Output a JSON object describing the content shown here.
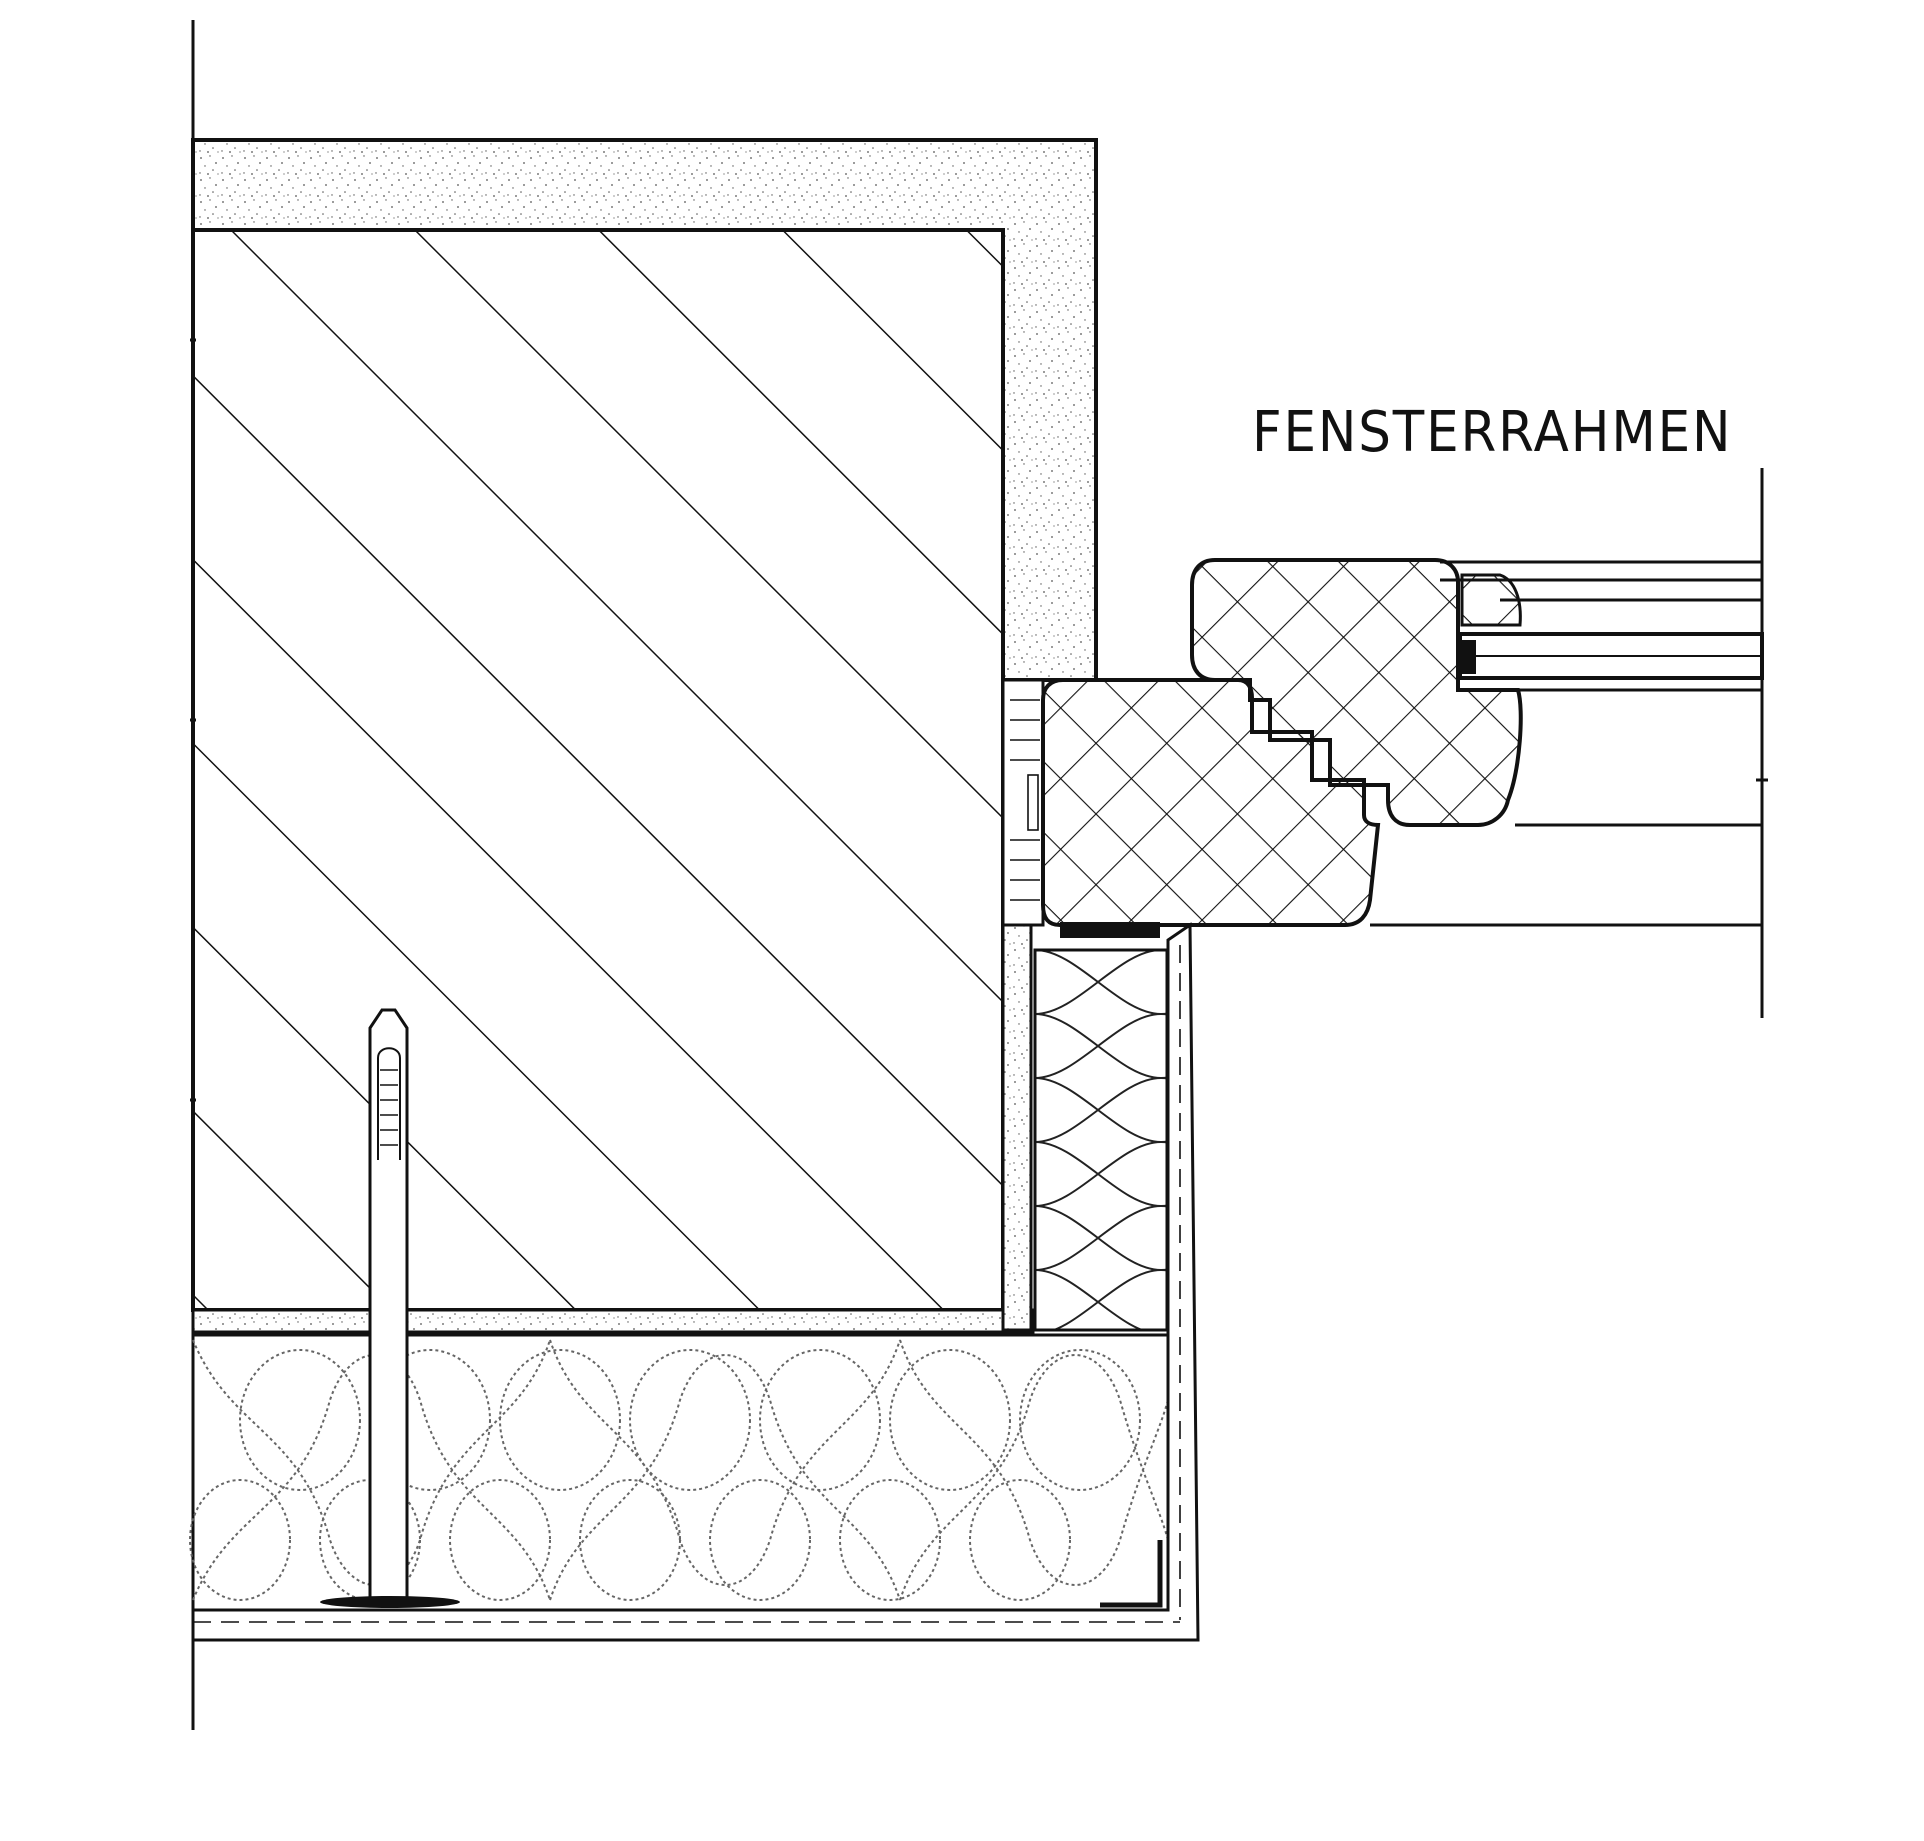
{
  "drawing": {
    "label": "FENSTERRAHMEN",
    "colors": {
      "line": "#111111",
      "paper": "#ffffff",
      "speckle": "#555555"
    },
    "elements": {
      "wall": "masonry-wall-hatch",
      "plaster": "plaster-speckle",
      "insulation": "mineral-wool-insulation",
      "frame": "timber-window-frame",
      "sash": "window-sash",
      "glazing": "glass-pane",
      "anchor": "insulation-dowel",
      "seal": "sealing-tape",
      "render": "exterior-render"
    }
  }
}
